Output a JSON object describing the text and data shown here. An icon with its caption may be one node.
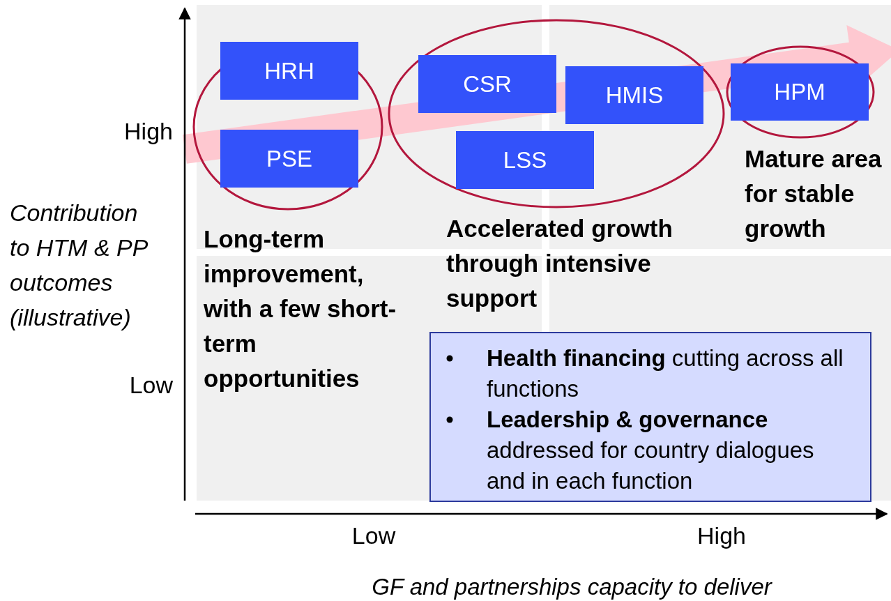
{
  "diagram": {
    "nodes": [
      {
        "text": [
          "HRH"
        ]
      },
      {
        "text": [
          "PSE"
        ]
      },
      {
        "text": [
          "CSR"
        ]
      },
      {
        "text": [
          "HMIS"
        ]
      },
      {
        "text": [
          "LSS"
        ]
      },
      {
        "text": [
          "HPM"
        ]
      },
      {
        "text": [
          "**Health financing** cutting across all functions",
          "**Leadership & governance** addressed for country dialogues and in each function"
        ]
      }
    ],
    "labels": [
      "High",
      "Contribution to HTM & PP outcomes (illustrative)",
      "Mature area for stable growth",
      "Accelerated growth through intensive support",
      "Long-term improvement, with a few short-term opportunities",
      "Low",
      "Low",
      "High",
      "GF and partnerships capacity to deliver"
    ]
  }
}
